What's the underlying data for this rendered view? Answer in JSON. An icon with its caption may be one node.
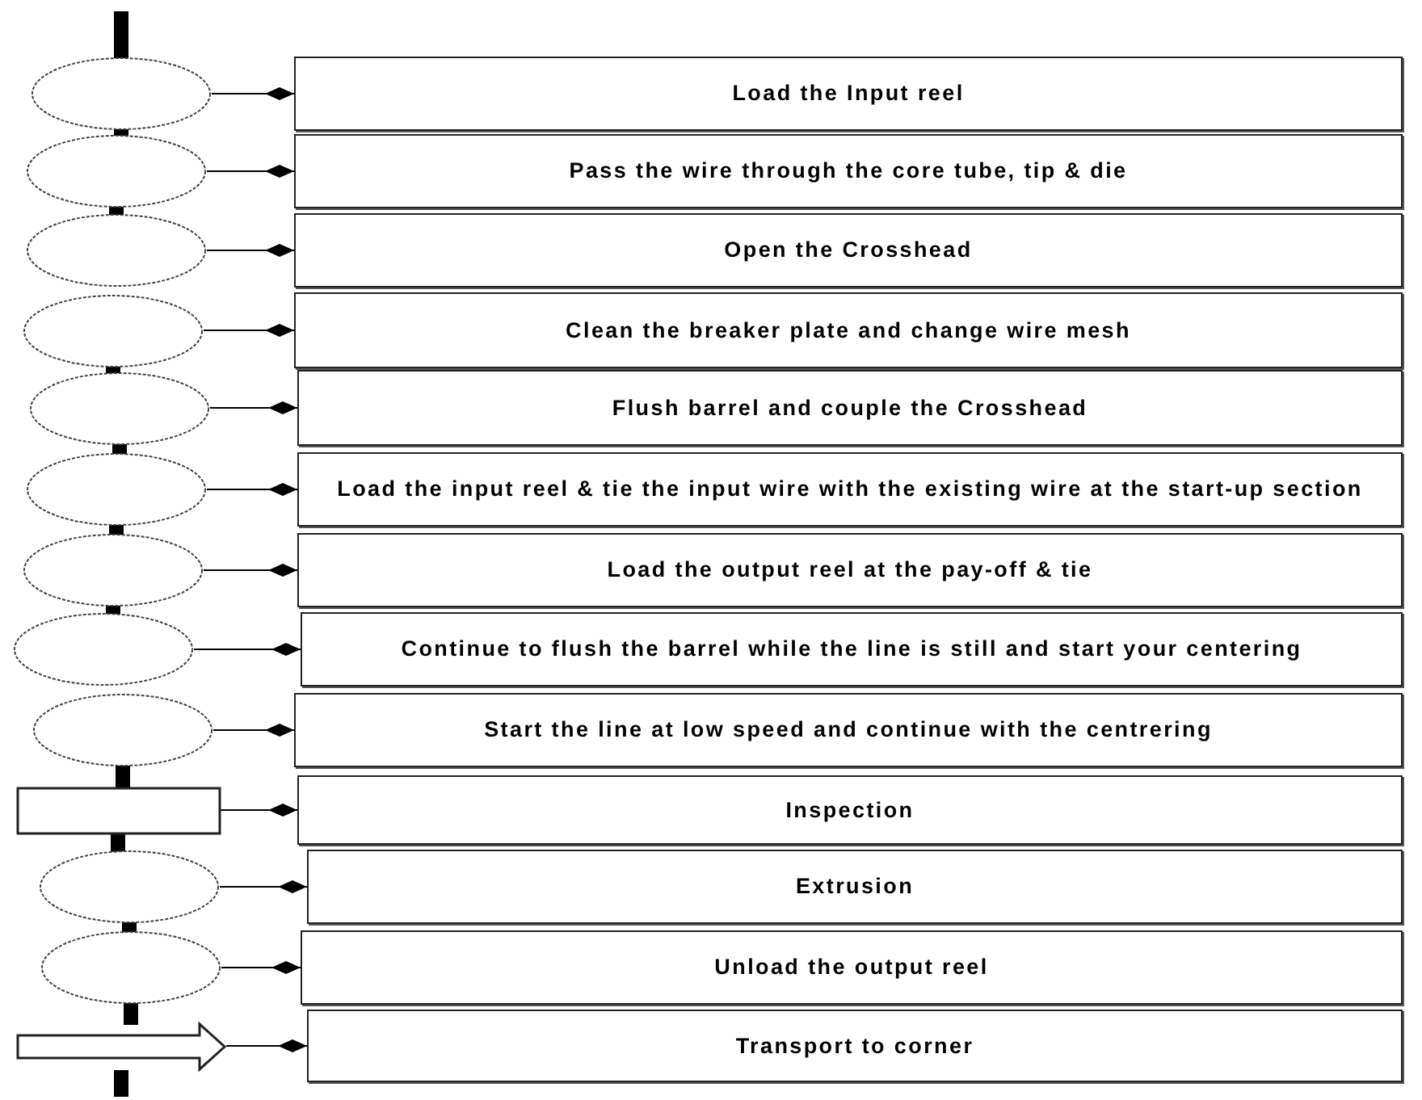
{
  "diagram": {
    "nodes": [
      {
        "text": [],
        "shape": "circle"
      },
      {
        "text": [
          "Load the Input reel"
        ]
      },
      {
        "text": [],
        "shape": "circle"
      },
      {
        "text": [
          "Pass the wire through the core tube, tip & die"
        ]
      },
      {
        "text": [],
        "shape": "circle"
      },
      {
        "text": [
          "Open the Crosshead"
        ]
      },
      {
        "text": [],
        "shape": "circle"
      },
      {
        "text": [
          "Clean the breaker plate and change wire mesh"
        ]
      },
      {
        "text": [],
        "shape": "circle"
      },
      {
        "text": [
          "Flush barrel and couple the Crosshead"
        ]
      },
      {
        "text": [],
        "shape": "circle"
      },
      {
        "text": [
          "Load the input reel & tie the input wire with the existing wire at the start-up section"
        ]
      },
      {
        "text": [],
        "shape": "circle"
      },
      {
        "text": [
          "Load the output reel at the pay-off & tie"
        ]
      },
      {
        "text": [],
        "shape": "circle"
      },
      {
        "text": [
          "Continue to flush the barrel while the line is still and start your centering"
        ]
      },
      {
        "text": [],
        "shape": "circle"
      },
      {
        "text": [
          "Start the line at low speed and continue with the centrering"
        ]
      },
      {
        "text": [],
        "shape": "box"
      },
      {
        "text": [
          "Inspection"
        ]
      },
      {
        "text": [],
        "shape": "circle"
      },
      {
        "text": [
          "Extrusion"
        ]
      },
      {
        "text": [],
        "shape": "circle"
      },
      {
        "text": [
          "Unload the output reel"
        ]
      },
      {
        "text": [],
        "shape": "arrow"
      },
      {
        "text": [
          "Transport to corner"
        ]
      }
    ],
    "edges": [
      {
        "from": 0,
        "to": 1,
        "arrow": "other"
      },
      {
        "from": 2,
        "to": 3,
        "arrow": "other"
      },
      {
        "from": 4,
        "to": 5,
        "arrow": "other"
      },
      {
        "from": 6,
        "to": 7,
        "arrow": "other"
      },
      {
        "from": 8,
        "to": 9,
        "arrow": "other"
      },
      {
        "from": 10,
        "to": 11,
        "arrow": "other"
      },
      {
        "from": 12,
        "to": 13,
        "arrow": "other"
      },
      {
        "from": 14,
        "to": 15,
        "arrow": "other"
      },
      {
        "from": 16,
        "to": 17,
        "arrow": "other"
      },
      {
        "from": 18,
        "to": 19,
        "arrow": "other"
      },
      {
        "from": 20,
        "to": 21,
        "arrow": "other"
      },
      {
        "from": 22,
        "to": 23,
        "arrow": "other"
      },
      {
        "from": 24,
        "to": 25,
        "arrow": "other"
      },
      {
        "from": null,
        "to": 0,
        "arrow": "none",
        "style": "thick"
      },
      {
        "from": 0,
        "to": 2,
        "arrow": "none",
        "style": "thick"
      },
      {
        "from": 2,
        "to": 4,
        "arrow": "none",
        "style": "thick"
      },
      {
        "from": 6,
        "to": 8,
        "arrow": "none",
        "style": "thick"
      },
      {
        "from": 8,
        "to": 10,
        "arrow": "none",
        "style": "thick"
      },
      {
        "from": 10,
        "to": 12,
        "arrow": "none",
        "style": "thick"
      },
      {
        "from": 12,
        "to": 14,
        "arrow": "none",
        "style": "thick"
      },
      {
        "from": 16,
        "to": 18,
        "arrow": "none",
        "style": "thick"
      },
      {
        "from": 18,
        "to": 20,
        "arrow": "none",
        "style": "thick"
      },
      {
        "from": 20,
        "to": 22,
        "arrow": "none",
        "style": "thick"
      },
      {
        "from": 22,
        "to": 24,
        "arrow": "none",
        "style": "thick"
      },
      {
        "from": 24,
        "to": null,
        "arrow": "none",
        "style": "thick"
      }
    ]
  }
}
